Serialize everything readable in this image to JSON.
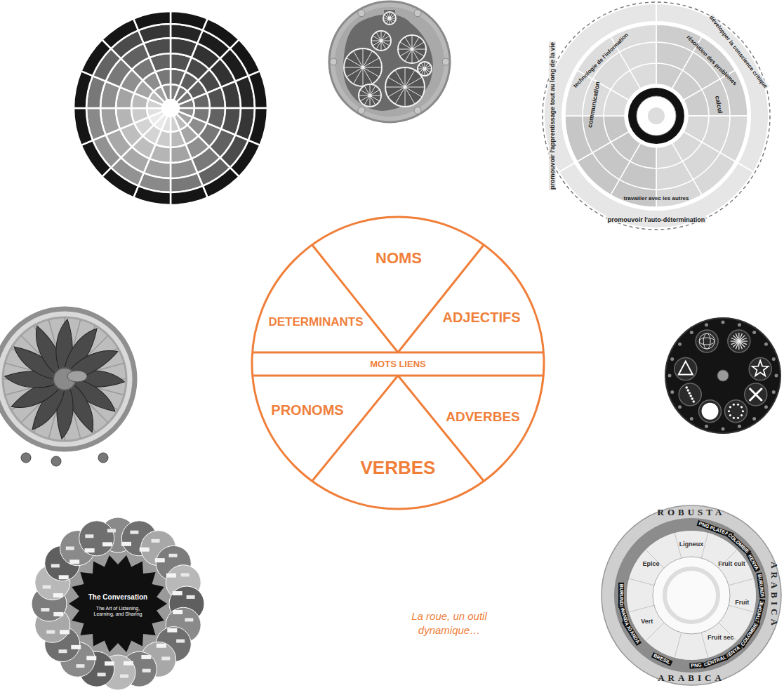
{
  "diagram": {
    "caption": "La roue, un outil dynamique…",
    "nodes": [
      {
        "text": [
          "NOMS"
        ]
      },
      {
        "text": [
          "DETERMINANTS"
        ]
      },
      {
        "text": [
          "ADJECTIFS"
        ]
      },
      {
        "text": [
          "MOTS LIENS"
        ]
      },
      {
        "text": [
          "PRONOMS"
        ]
      },
      {
        "text": [
          "ADVERBES"
        ]
      },
      {
        "text": [
          "VERBES"
        ]
      }
    ],
    "labels": [
      "promouvoir l'apprentissage tout au long de la vie",
      "développer la conscience critique",
      "promouvoir l'auto-détermination",
      "travailler avec les autres",
      "communication",
      "calcul",
      "technologie de l'information",
      "résolution des problèmes",
      "The Conversation",
      "The Art of Listening, Learning, and Sharing",
      "ROBUSTA",
      "ARABICA",
      "ARABICA",
      "PNG PLATEAU",
      "COLOMBIE",
      "KENYA",
      "BURUNDI",
      "ETHIOPIE",
      "COLOMBIE",
      "KENYA",
      "CENTRAL",
      "PNG",
      "BRESIL",
      "OUGANDA",
      "RWANDA",
      "BURUNDI",
      "Ligneux",
      "Fruit cuit",
      "Fruit",
      "Fruit sec",
      "Vert",
      "Epice"
    ]
  }
}
